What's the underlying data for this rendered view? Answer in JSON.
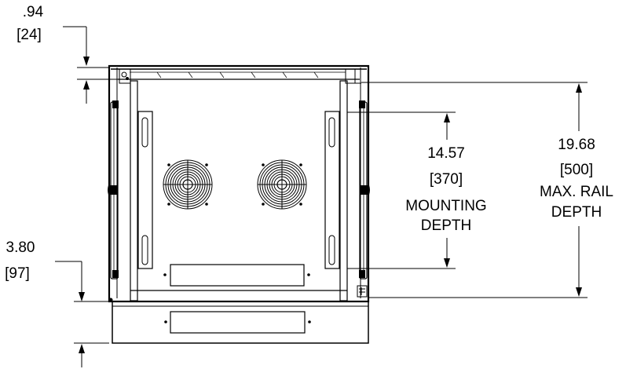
{
  "dimensions": {
    "top_offset": {
      "value": ".94",
      "metric": "[24]"
    },
    "bottom_offset": {
      "value": "3.80",
      "metric": "[97]"
    },
    "mounting_depth": {
      "value": "14.57",
      "metric": "[370]",
      "line1": "MOUNTING",
      "line2": "DEPTH"
    },
    "max_rail_depth": {
      "value": "19.68",
      "metric": "[500]",
      "line1": "MAX. RAIL",
      "line2": "DEPTH"
    }
  }
}
